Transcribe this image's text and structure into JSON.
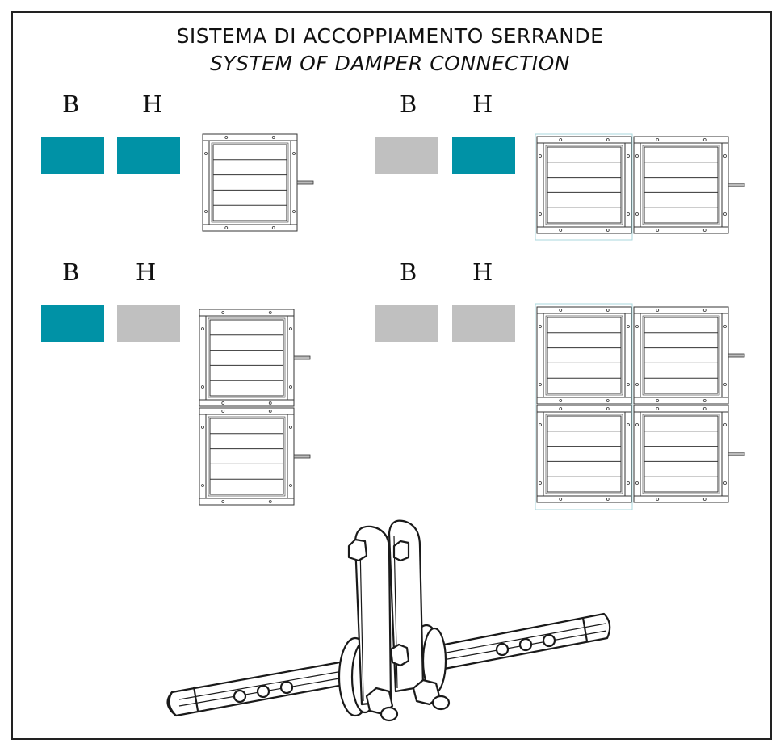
{
  "title": {
    "line1": "SISTEMA DI ACCOPPIAMENTO SERRANDE",
    "line2": "SYSTEM OF DAMPER CONNECTION"
  },
  "colors": {
    "active": "#0092a6",
    "inactive": "#c0c0c0",
    "line": "#333333"
  },
  "configurations": [
    {
      "b_label": "B",
      "h_label": "H",
      "b_state": "active",
      "h_state": "active",
      "grid": "1x1"
    },
    {
      "b_label": "B",
      "h_label": "H",
      "b_state": "inactive",
      "h_state": "active",
      "grid": "2 wide x 1 high"
    },
    {
      "b_label": "B",
      "h_label": "H",
      "b_state": "active",
      "h_state": "inactive",
      "grid": "1 wide x 2 high"
    },
    {
      "b_label": "B",
      "h_label": "H",
      "b_state": "inactive",
      "h_state": "inactive",
      "grid": "2x2"
    }
  ],
  "coupling_icon": "damper-coupling-bracket-icon"
}
